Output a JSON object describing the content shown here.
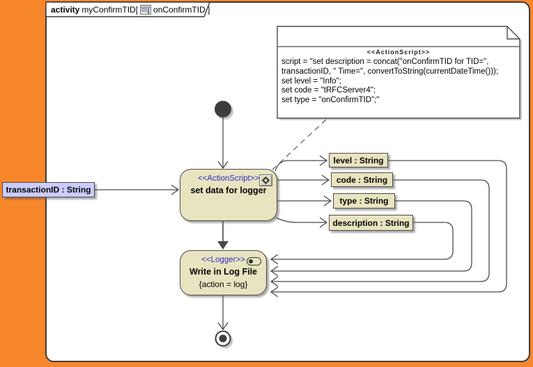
{
  "diagram_tab": {
    "keyword": "activity",
    "activity_name": "myConfirmTID[",
    "diagram_ref": "onConfirmTID ]",
    "icon": "activity-diagram-icon"
  },
  "note": {
    "stereotype": "<<ActionScript>>",
    "lines": [
      "script = \"set description = concat(\"onConfirmTID for TID=\",",
      "transactionID, \" Time=\", convertToString(currentDateTime()));",
      "set level = \"Info\";",
      "set code = \"tRFCServer4\";",
      "set type = \"onConfirmTID\";\""
    ]
  },
  "action_node": {
    "stereotype": "<<ActionScript>>",
    "name": "set data for logger",
    "icon": "gear-icon"
  },
  "logger_node": {
    "stereotype": "<<Logger>>",
    "name": "Write in Log File",
    "constraint": "{action = log}",
    "icon": "object-pill-icon"
  },
  "input_pin": {
    "label": "transactionID : String"
  },
  "object_nodes": [
    {
      "label": "level : String"
    },
    {
      "label": "code : String"
    },
    {
      "label": "type : String"
    },
    {
      "label": "description : String"
    }
  ],
  "colors": {
    "frame_background_orange": "#F8862B",
    "node_fill_beige": "#E9E4C0",
    "input_pin_lavender": "#CCCCFF",
    "stereotype_blue": "#2A2AC8",
    "border_gray": "#4A4A4A",
    "note_fill": "#FFFFFF"
  }
}
